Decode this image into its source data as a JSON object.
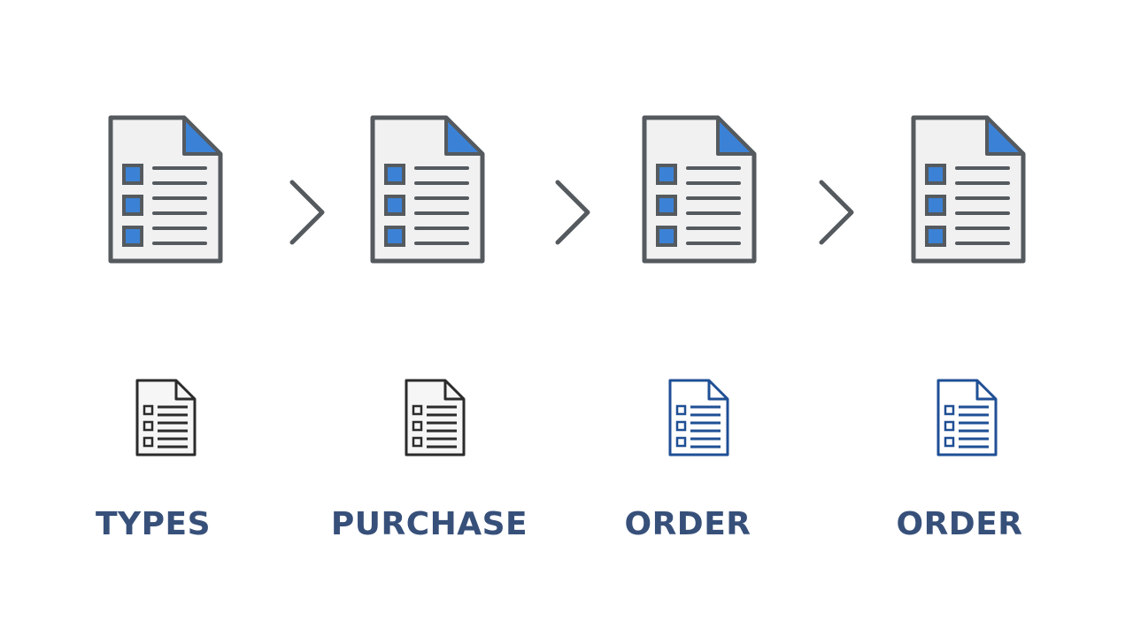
{
  "flow": {
    "steps": [
      {
        "label": "TYPES",
        "small_icon": "document-list-icon",
        "small_icon_color": "#2b2b2b"
      },
      {
        "label": "PURCHASE",
        "small_icon": "document-list-icon",
        "small_icon_color": "#2b2b2b"
      },
      {
        "label": "ORDER",
        "small_icon": "document-list-icon",
        "small_icon_color": "#1f4f95"
      },
      {
        "label": "ORDER",
        "small_icon": "document-list-icon",
        "small_icon_color": "#1f4f95"
      }
    ],
    "large_icon": "document-list-icon",
    "arrow_icon": "chevron-right-icon"
  },
  "colors": {
    "accent": "#3b82d6",
    "outline": "#555a5f",
    "label": "#37507a"
  }
}
